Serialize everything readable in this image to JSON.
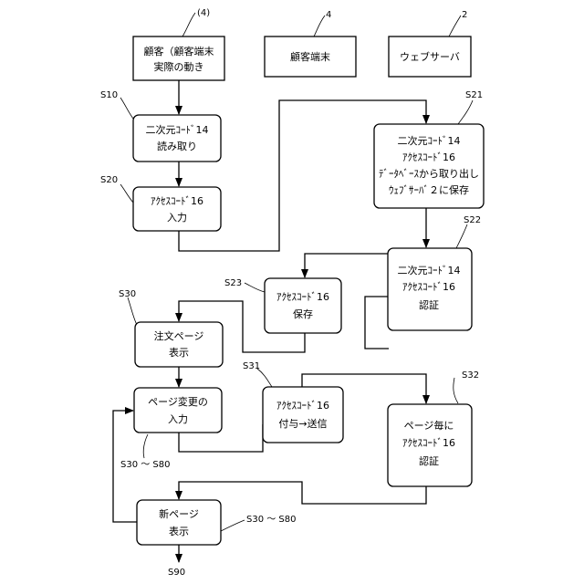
{
  "headers": {
    "col1": {
      "ref": "(4)",
      "line1": "顧客（顧客端末",
      "line2": "実際の動き"
    },
    "col2": {
      "ref": "4",
      "label": "顧客端末"
    },
    "col3": {
      "ref": "2",
      "label": "ウェブサーバ"
    }
  },
  "steps": {
    "s10": {
      "label": "S10",
      "line1": "二次元ｺｰﾄﾞ14",
      "line2": "読み取り"
    },
    "s20": {
      "label": "S20",
      "line1": "ｱｸｾｽｺｰﾄﾞ16",
      "line2": "入力"
    },
    "s21": {
      "label": "S21",
      "line1": "二次元ｺｰﾄﾞ14",
      "line2": "ｱｸｾｽｺｰﾄﾞ16",
      "line3": "ﾃﾞｰﾀﾍﾞｰｽから取り出し",
      "line4": "ｳｪﾌﾞｻｰﾊﾞ２に保存"
    },
    "s22": {
      "label": "S22",
      "line1": "二次元ｺｰﾄﾞ14",
      "line2": "ｱｸｾｽｺｰﾄﾞ16",
      "line3": "認証"
    },
    "s23": {
      "label": "S23",
      "line1": "ｱｸｾｽｺｰﾄﾞ16",
      "line2": "保存"
    },
    "s30": {
      "label": "S30",
      "line1": "注文ページ",
      "line2": "表示"
    },
    "s30b": {
      "label": "S30 ～ S80",
      "line1": "ページ変更の",
      "line2": "入力"
    },
    "s31": {
      "label": "S31",
      "line1": "ｱｸｾｽｺｰﾄﾞ16",
      "line2": "付与→送信"
    },
    "s32": {
      "label": "S32",
      "line1": "ページ毎に",
      "line2": "ｱｸｾｽｺｰﾄﾞ16",
      "line3": "認証"
    },
    "s30c": {
      "label": "S30 ～ S80",
      "line1": "新ページ",
      "line2": "表示"
    },
    "s90": {
      "label": "S90"
    }
  }
}
